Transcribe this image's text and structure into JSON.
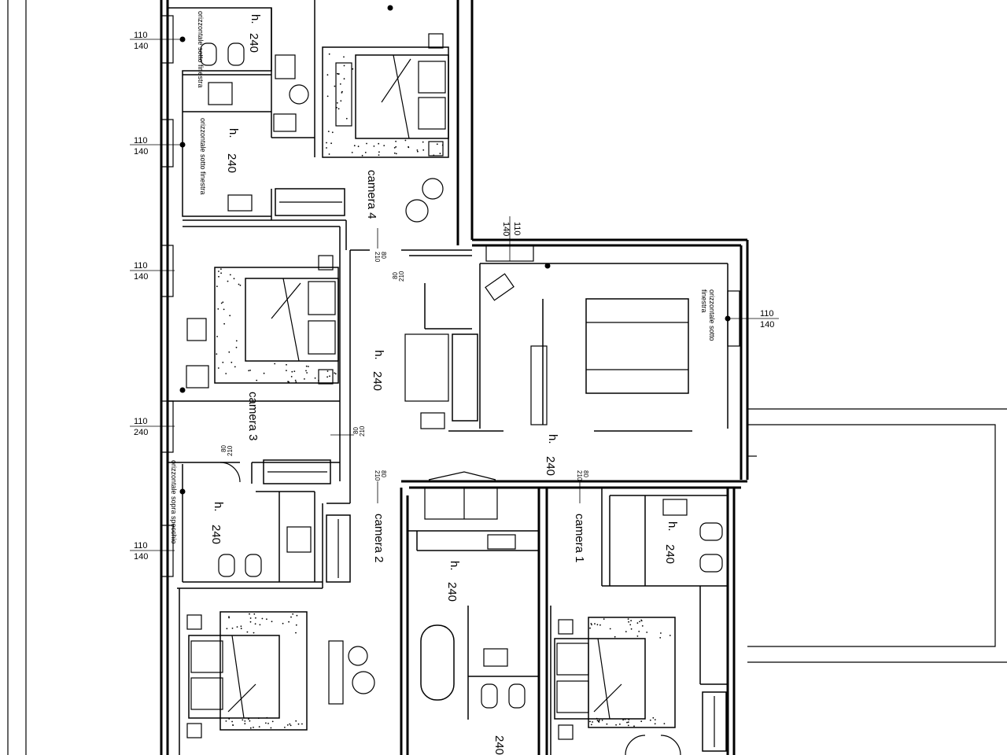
{
  "plan": {
    "rooms": {
      "camera_1": "camera 1",
      "camera_2": "camera 2",
      "camera_3": "camera 3",
      "camera_4": "camera 4"
    },
    "heights": {
      "label": "h.",
      "value": "240"
    },
    "window_dims": {
      "w110": "110",
      "w140": "140",
      "w240": "240"
    },
    "door_dims": {
      "d80": "80",
      "d210": "210"
    },
    "notes": {
      "orizz_sotto_finestra": "orizzontale sotto finestra",
      "orizz_sopra_specchio": "orizzontale sopra specchio",
      "orizz_sotto": "orizzontale sotto",
      "finestra": "finestra"
    }
  }
}
